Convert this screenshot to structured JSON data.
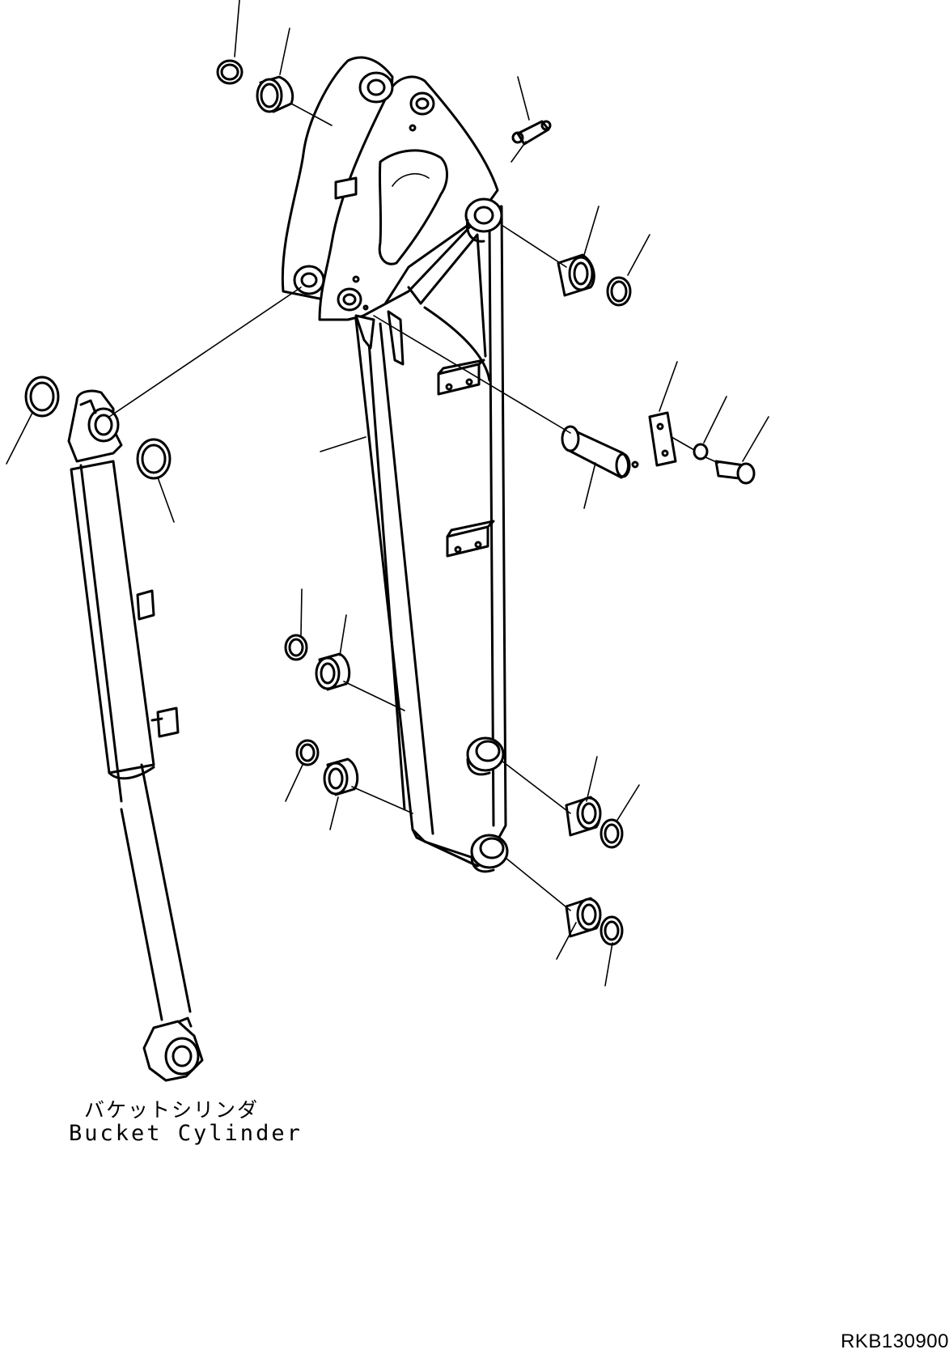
{
  "labels": {
    "bucket_cylinder_jp": "バケットシリンダ",
    "bucket_cylinder_en": "Bucket Cylinder"
  },
  "drawing_number": "RKB130900",
  "colors": {
    "line": "#000000",
    "background": "#ffffff"
  }
}
